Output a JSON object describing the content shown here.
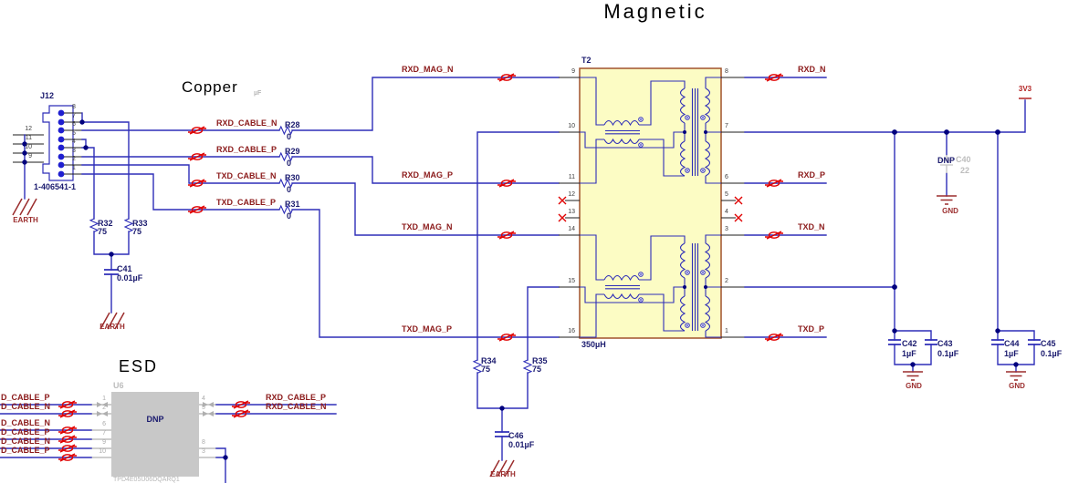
{
  "titles": {
    "magnetic": "Magnetic",
    "copper": "Copper",
    "copper_unit": "µF",
    "esd": "ESD"
  },
  "components": {
    "j12": {
      "ref": "J12",
      "part": "1-406541-1",
      "pins_right": [
        "8",
        "7",
        "6",
        "5",
        "4",
        "3",
        "2",
        "1"
      ],
      "pins_left": [
        "12",
        "11",
        "10",
        "9"
      ]
    },
    "t2": {
      "ref": "T2",
      "value": "350µH",
      "pins_left": [
        "9",
        "10",
        "11",
        "12",
        "13",
        "14",
        "15",
        "16"
      ],
      "pins_right": [
        "8",
        "7",
        "6",
        "5",
        "4",
        "3",
        "2",
        "1"
      ]
    },
    "u6": {
      "ref": "U6",
      "value": "DNP",
      "part": "TPD4E05U06DQARQ1",
      "pins_left": [
        "1",
        "2",
        "6",
        "7",
        "9",
        "10"
      ],
      "pins_right": [
        "4",
        "5",
        "8",
        "3"
      ]
    },
    "r28": {
      "ref": "R28",
      "val": "0"
    },
    "r29": {
      "ref": "R29",
      "val": "0"
    },
    "r30": {
      "ref": "R30",
      "val": "0"
    },
    "r31": {
      "ref": "R31",
      "val": "0"
    },
    "r32": {
      "ref": "R32",
      "val": "75"
    },
    "r33": {
      "ref": "R33",
      "val": "75"
    },
    "r34": {
      "ref": "R34",
      "val": "75"
    },
    "r35": {
      "ref": "R35",
      "val": "75"
    },
    "c40": {
      "ref": "C40",
      "val": "22",
      "note": "DNP"
    },
    "c41": {
      "ref": "C41",
      "val": "0.01µF"
    },
    "c42": {
      "ref": "C42",
      "val": "1µF"
    },
    "c43": {
      "ref": "C43",
      "val": "0.1µF"
    },
    "c44": {
      "ref": "C44",
      "val": "1µF"
    },
    "c45": {
      "ref": "C45",
      "val": "0.1µF"
    },
    "c46": {
      "ref": "C46",
      "val": "0.01µF"
    }
  },
  "nets": {
    "left": [
      "RXD_CABLE_N",
      "RXD_CABLE_P",
      "TXD_CABLE_N",
      "TXD_CABLE_P"
    ],
    "mag": [
      "RXD_MAG_N",
      "RXD_MAG_P",
      "TXD_MAG_N",
      "TXD_MAG_P"
    ],
    "phy": [
      "RXD_N",
      "RXD_P",
      "TXD_N",
      "TXD_P"
    ],
    "esd_left": [
      "D_CABLE_P",
      "D_CABLE_N",
      "D_CABLE_N",
      "D_CABLE_P",
      "D_CABLE_N",
      "D_CABLE_P"
    ],
    "esd_right": [
      "RXD_CABLE_P",
      "RXD_CABLE_N"
    ],
    "power": "3V3",
    "gnd": "GND",
    "earth": "EARTH"
  },
  "colors": {
    "wire": "#2E2EB8",
    "net_text": "#8B1A1A",
    "flag": "#E00000",
    "transformer_fill": "#FCFCC4",
    "transformer_border": "#A0522D",
    "chip_fill": "#C8C8C8",
    "dnp_gray": "#BDBDBD",
    "ground_symbol": "#9B2D2D",
    "power_text": "#B22222"
  }
}
